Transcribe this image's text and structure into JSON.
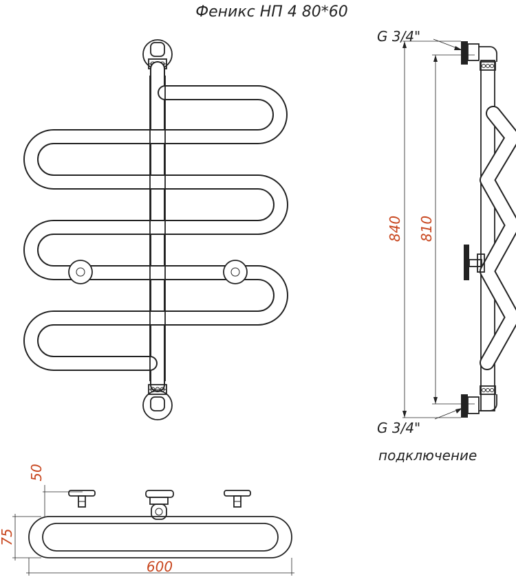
{
  "title": "Феникс НП 4 80*60",
  "labels": {
    "thread_top": "G 3/4\"",
    "thread_bottom": "G 3/4\"",
    "connection": "подключение"
  },
  "dimensions": {
    "height_total": "840",
    "height_centers": "810",
    "wall_offset": "50",
    "depth": "75",
    "width": "600"
  },
  "colors": {
    "line": "#222222",
    "dimension_text": "#c8461e",
    "background": "#ffffff"
  }
}
